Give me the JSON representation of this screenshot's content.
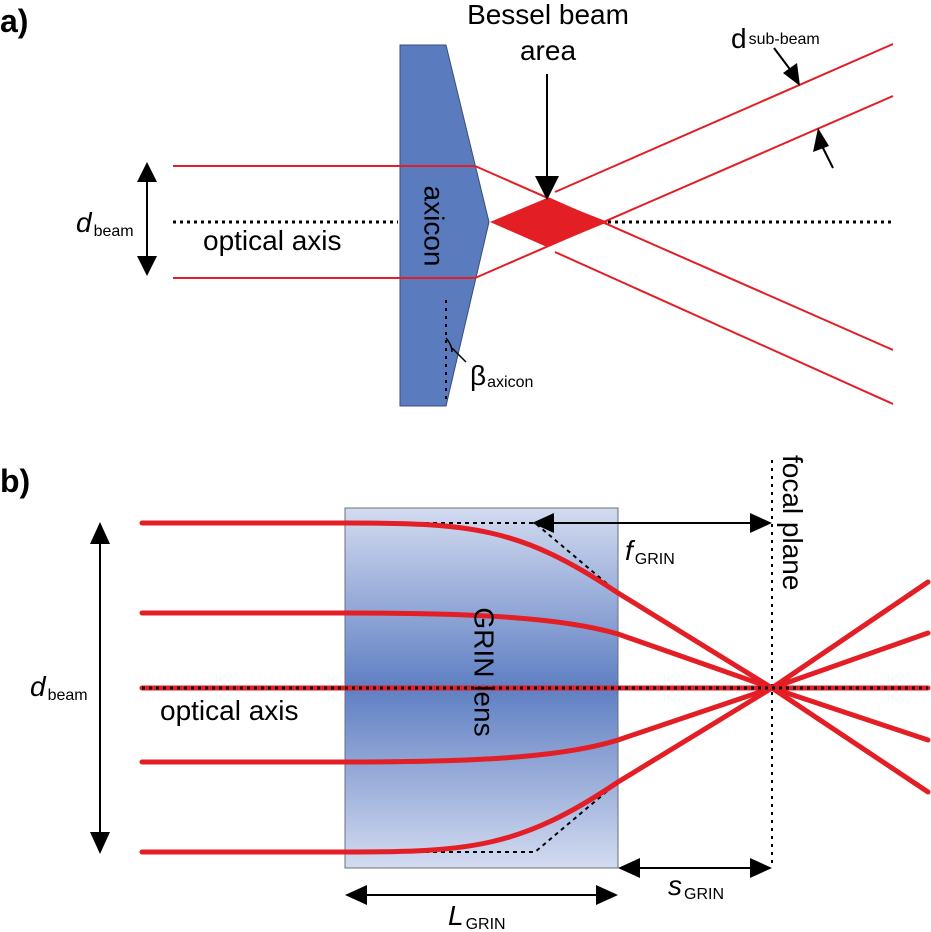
{
  "panel_a": {
    "panel_label": "a)",
    "bessel_title_line1": "Bessel beam",
    "bessel_title_line2": "area",
    "d_sub_beam_main": "d",
    "d_sub_beam_sub": "sub-beam",
    "d_beam_main": "d",
    "d_beam_sub": "beam",
    "optical_axis": "optical axis",
    "axicon": "axicon",
    "beta_main": "β",
    "beta_sub": "axicon"
  },
  "panel_b": {
    "panel_label": "b)",
    "focal_plane": "focal plane",
    "f_main": "f",
    "f_sub": "GRIN",
    "grin_lens": "GRIN lens",
    "d_beam_main": "d",
    "d_beam_sub": "beam",
    "optical_axis": "optical axis",
    "s_main": "s",
    "s_sub": "GRIN",
    "l_main": "L",
    "l_sub": "GRIN"
  },
  "colors": {
    "beam_red": "#e31e24",
    "axicon_blue": "#5b7bbf",
    "grin_edge": "#c2cde9",
    "grin_center": "#5f7fc3",
    "ink": "#000000"
  }
}
